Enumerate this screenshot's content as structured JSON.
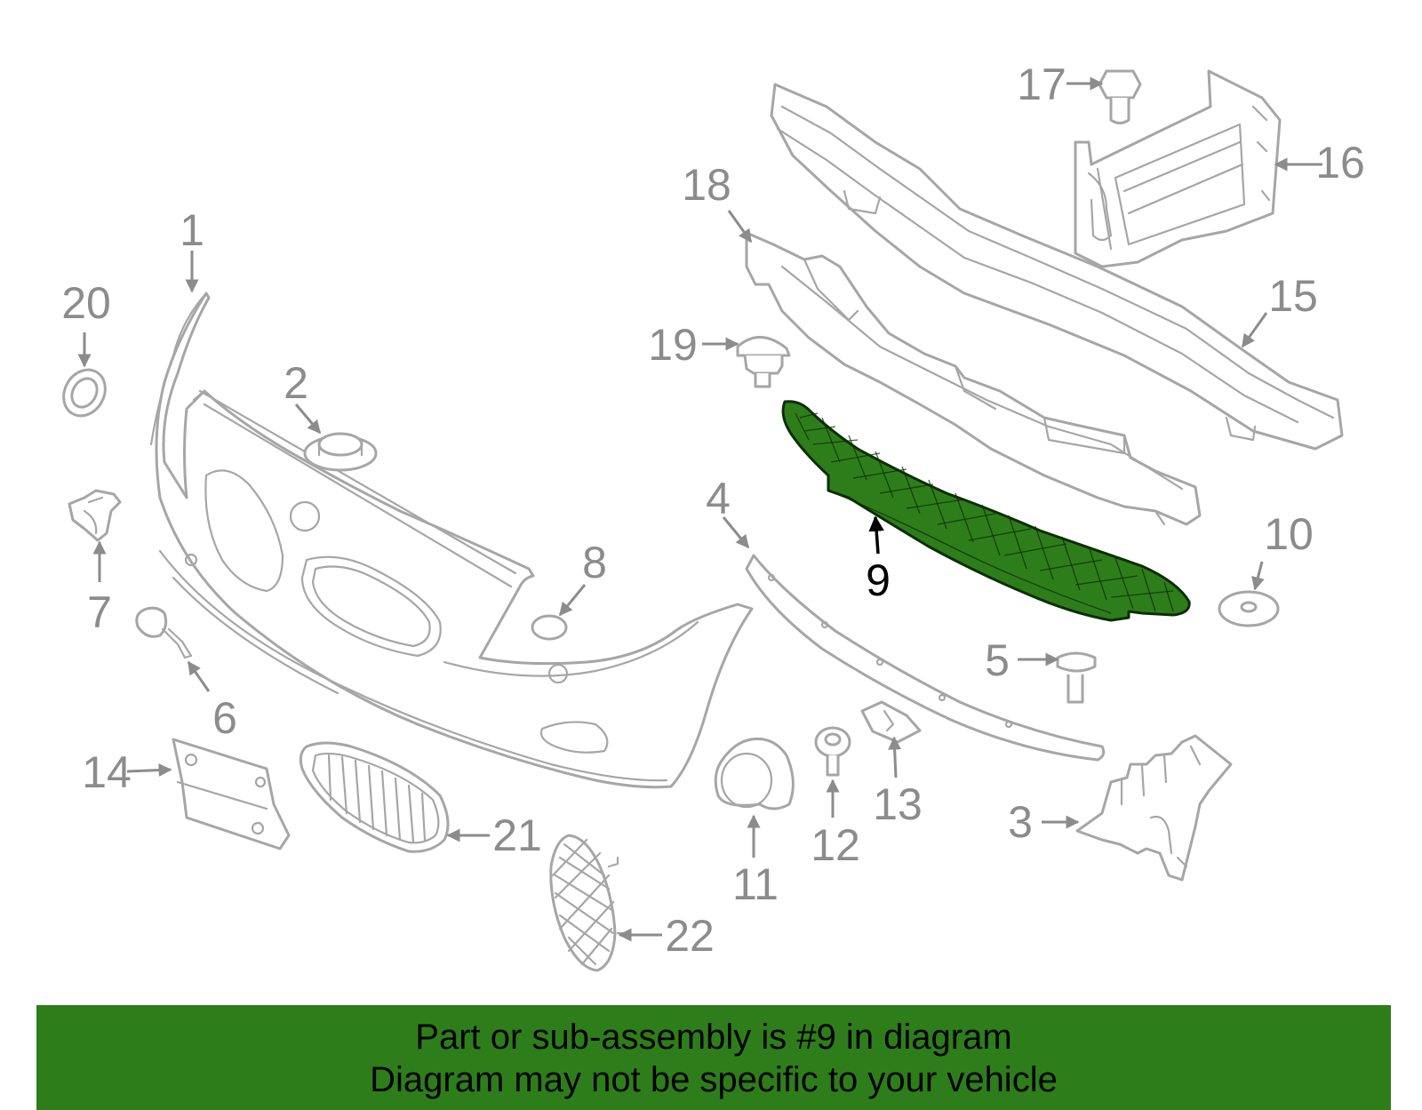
{
  "diagram": {
    "highlighted_part": "9",
    "callouts": [
      "1",
      "2",
      "3",
      "4",
      "5",
      "6",
      "7",
      "8",
      "9",
      "10",
      "11",
      "12",
      "13",
      "14",
      "15",
      "16",
      "17",
      "18",
      "19",
      "20",
      "21",
      "22"
    ]
  },
  "banner": {
    "line1": "Part or sub-assembly is #9 in diagram",
    "line2": "Diagram may not be specific to your vehicle",
    "background": "#2e7d1b"
  },
  "colors": {
    "part_outline": "#a6a6a6",
    "highlight_fill": "#2e7d1b"
  }
}
